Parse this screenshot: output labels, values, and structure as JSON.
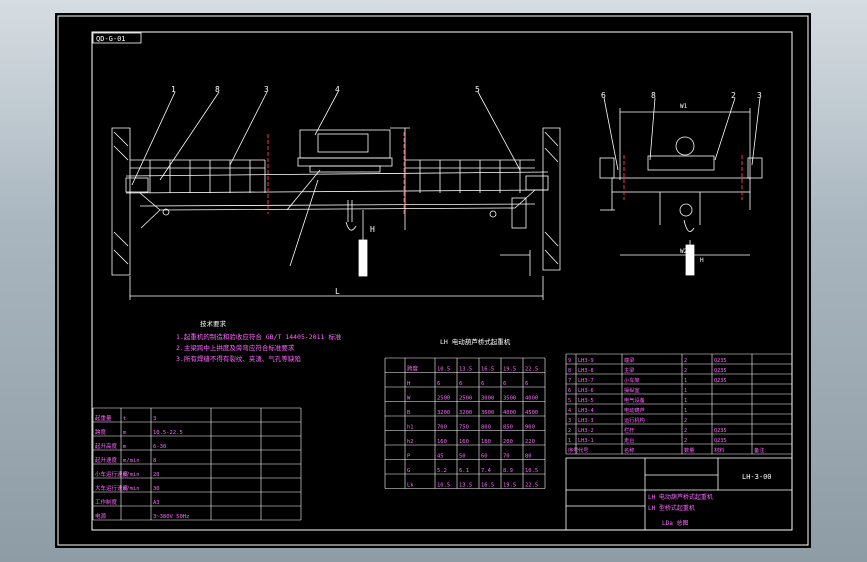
{
  "drawing": {
    "code_tag": "QD-G-01",
    "notes_title": "技术要求",
    "notes": [
      "1.起重机的制造和验收应符合 GB/T 14405-2011 标准",
      "2.主梁跨中上拱度及旁弯应符合标准要求",
      "3.所有焊缝不得有裂纹、夹渣、气孔等缺陷"
    ],
    "spec_title": "LH 电动葫芦桥式起重机",
    "title_block": {
      "drawing_no": "LH-3-00",
      "name": "LH 电动葫芦桥式起重机",
      "subname": "LH 型桥式起重机",
      "scale_label": "LDa 总图"
    },
    "part_numbers": [
      "1",
      "8",
      "3",
      "4",
      "5",
      "6",
      "8",
      "2",
      "3"
    ],
    "dimension_labels": {
      "span": "L",
      "height_left": "H",
      "w1": "W1",
      "w2": "W2",
      "h_right": "H"
    },
    "parts_list_header": [
      "序号",
      "代号",
      "名称",
      "数量",
      "材料",
      "备注"
    ],
    "parts_list_rows": [
      [
        "9",
        "LH3-9",
        "端梁",
        "2",
        "Q235",
        ""
      ],
      [
        "8",
        "LH3-8",
        "主梁",
        "2",
        "Q235",
        ""
      ],
      [
        "7",
        "LH3-7",
        "小车架",
        "1",
        "Q235",
        ""
      ],
      [
        "6",
        "LH3-6",
        "操纵室",
        "1",
        "",
        ""
      ],
      [
        "5",
        "LH3-5",
        "电气设备",
        "1",
        "",
        ""
      ],
      [
        "4",
        "LH3-4",
        "电动葫芦",
        "1",
        "",
        ""
      ],
      [
        "3",
        "LH3-3",
        "运行机构",
        "2",
        "",
        ""
      ],
      [
        "2",
        "LH3-2",
        "栏杆",
        "2",
        "Q235",
        ""
      ],
      [
        "1",
        "LH3-1",
        "走台",
        "2",
        "Q235",
        ""
      ]
    ],
    "spec_table_header": [
      "跨度",
      "10.5",
      "13.5",
      "16.5",
      "19.5",
      "22.5"
    ],
    "spec_table_rows": [
      [
        "H",
        "6",
        "6",
        "6",
        "6",
        "6"
      ],
      [
        "W",
        "2500",
        "2500",
        "3000",
        "3500",
        "4000"
      ],
      [
        "B",
        "3200",
        "3200",
        "3600",
        "4000",
        "4500"
      ],
      [
        "h1",
        "700",
        "750",
        "800",
        "850",
        "900"
      ],
      [
        "h2",
        "160",
        "160",
        "180",
        "200",
        "220"
      ],
      [
        "P",
        "45",
        "50",
        "60",
        "70",
        "80"
      ],
      [
        "G",
        "5.2",
        "6.1",
        "7.4",
        "8.9",
        "10.5"
      ],
      [
        "Lk",
        "10.5",
        "13.5",
        "16.5",
        "19.5",
        "22.5"
      ]
    ],
    "perf_table_rows": [
      [
        "起重量",
        "t",
        "3"
      ],
      [
        "跨度",
        "m",
        "10.5-22.5"
      ],
      [
        "起升高度",
        "m",
        "6-30"
      ],
      [
        "起升速度",
        "m/min",
        "8"
      ],
      [
        "小车运行速度",
        "m/min",
        "20"
      ],
      [
        "大车运行速度",
        "m/min",
        "30"
      ],
      [
        "工作制度",
        "",
        "A3"
      ],
      [
        "电源",
        "",
        "3~380V 50Hz"
      ]
    ],
    "colors": {
      "background": "#000000",
      "line": "#ffffff",
      "border": "#00ffff",
      "dimension": "#ff3333",
      "fill": "#ffffff"
    }
  }
}
